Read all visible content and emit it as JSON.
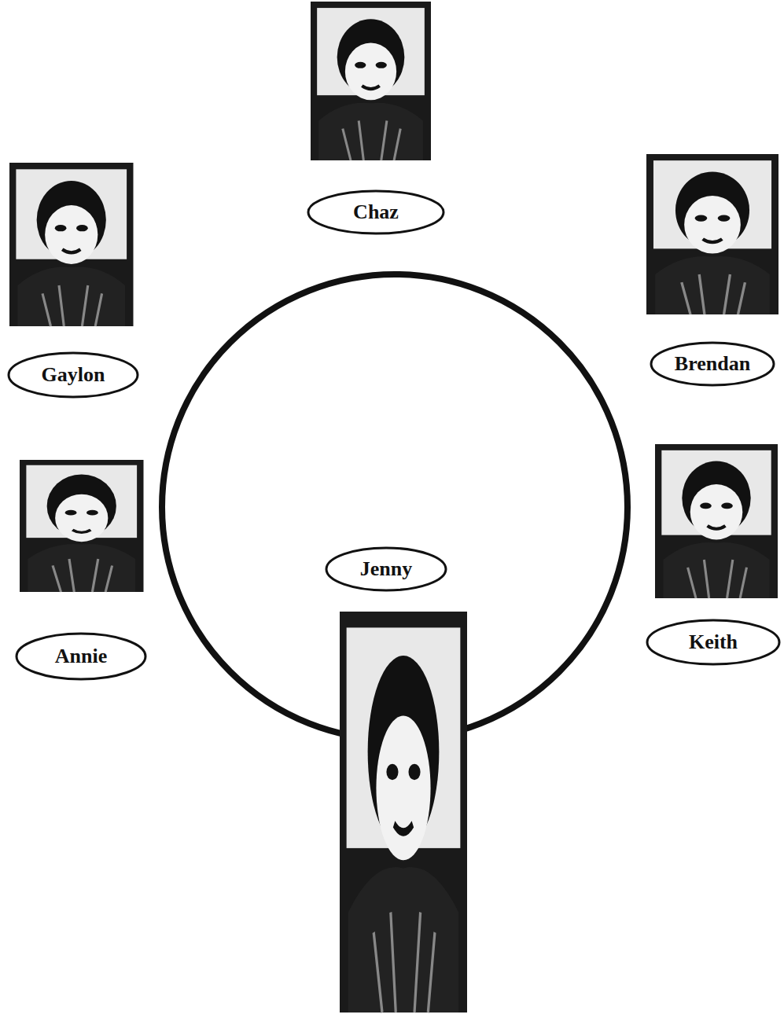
{
  "diagram": {
    "nodes": [
      {
        "text": [
          "Chaz"
        ]
      },
      {
        "text": [
          "Gaylon"
        ]
      },
      {
        "text": [
          "Brendan"
        ]
      },
      {
        "text": [
          "Annie"
        ]
      },
      {
        "text": [
          "Keith"
        ]
      },
      {
        "text": [
          "Jenny"
        ]
      }
    ]
  }
}
